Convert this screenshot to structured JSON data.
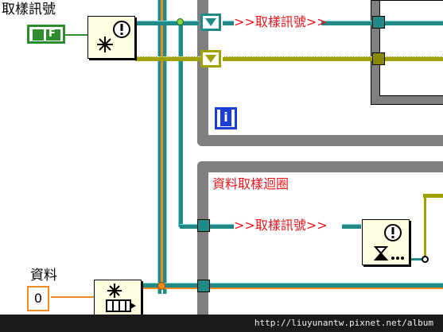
{
  "labels": {
    "sample_signal_top": "取樣訊號",
    "data": "資料"
  },
  "wires": {
    "sample_signal_1": ">>取樣訊號>>",
    "sample_signal_2": ">>取樣訊號>>"
  },
  "loops": {
    "data_sampling_loop": "資料取樣迴圈"
  },
  "controls": {
    "bool_text": "F",
    "numeric_value": "0"
  },
  "iteration_terminal": "i",
  "watermark": "http://liuyunantw.pixnet.net/album",
  "colors": {
    "loop_frame": "#7f7f7f",
    "wire_cluster": "#1f8a88",
    "wire_bool": "#a0a000",
    "wire_numeric": "#f08a1c",
    "label_red": "#e8141a",
    "node_bg": "#fffde0"
  }
}
